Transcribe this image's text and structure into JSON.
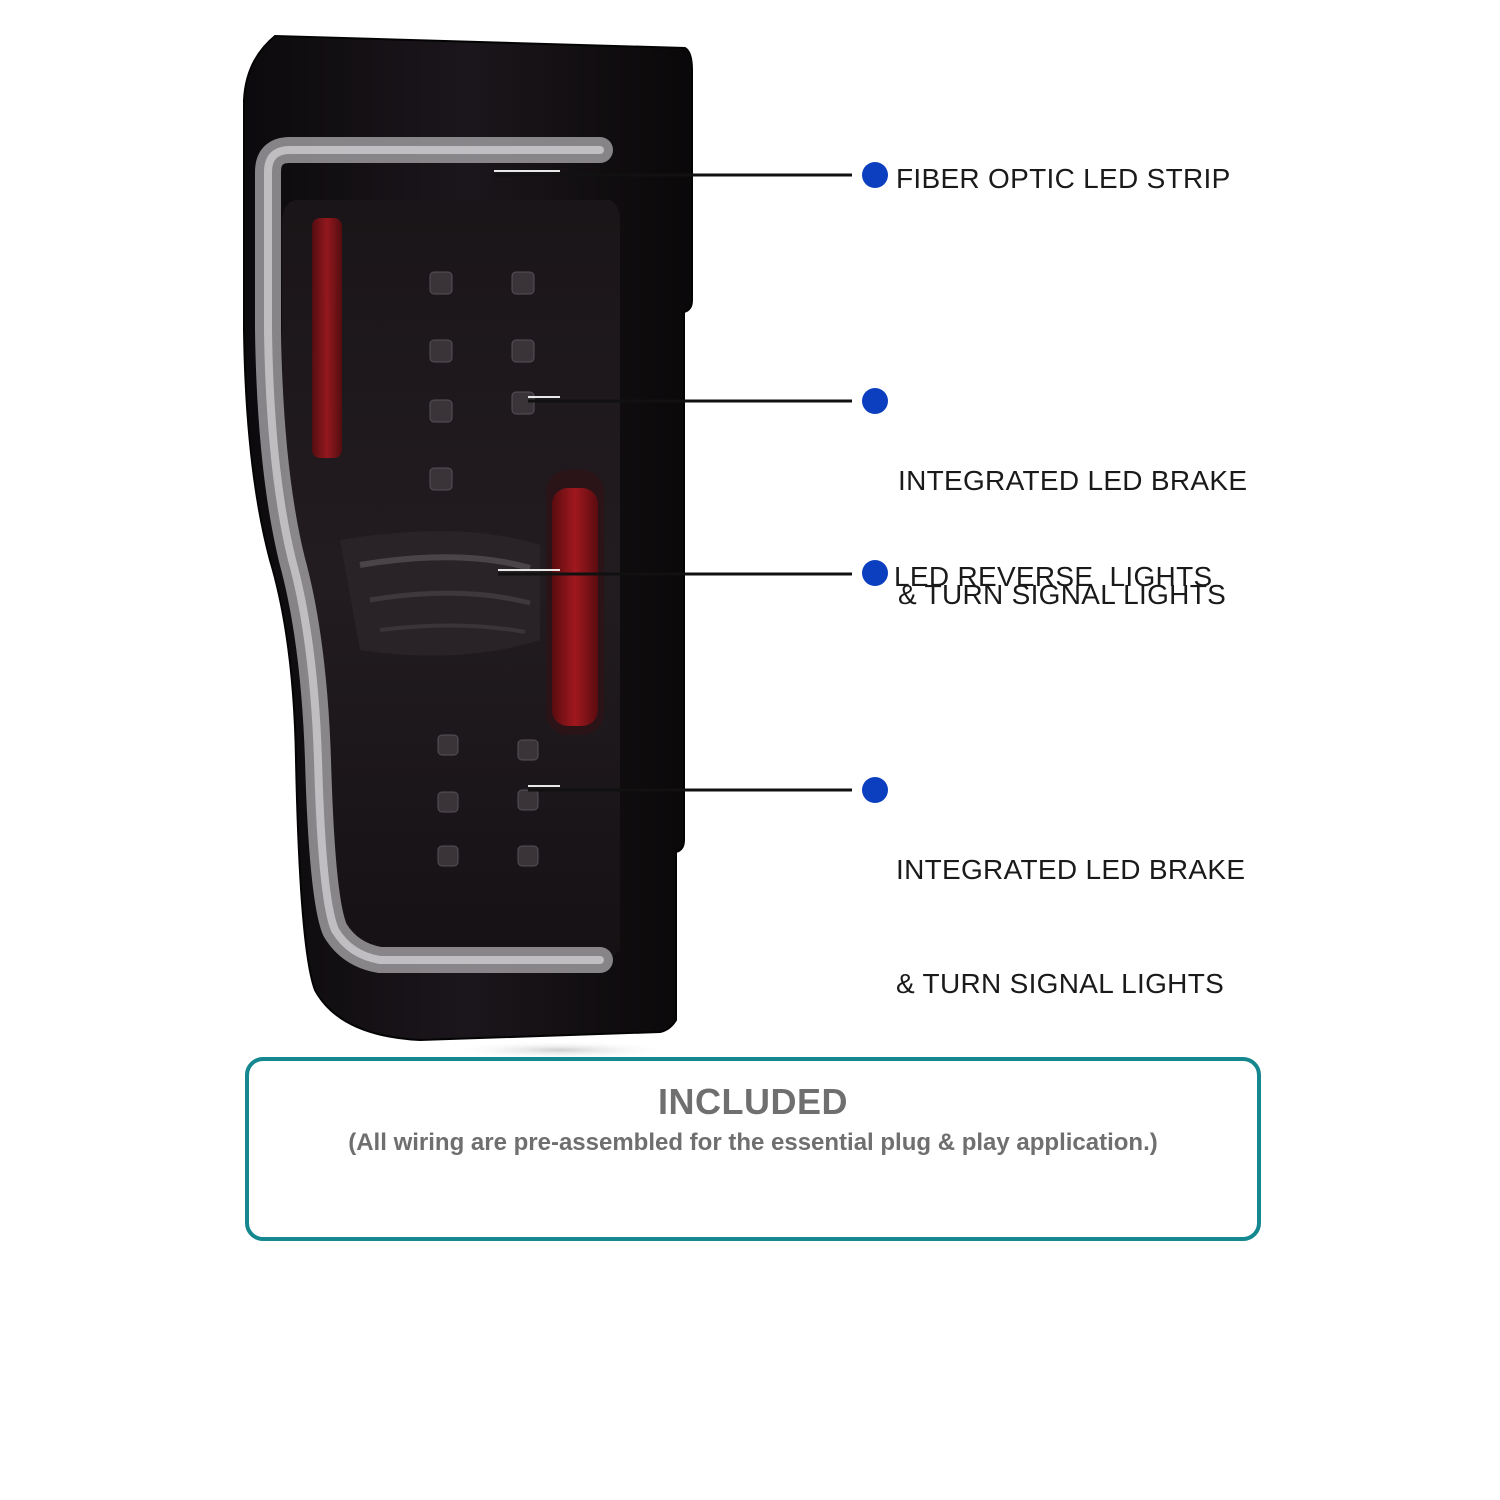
{
  "callouts": [
    {
      "line1": "FIBER OPTIC LED STRIP",
      "line2": ""
    },
    {
      "line1": "INTEGRATED LED BRAKE",
      "line2": "& TURN SIGNAL LIGHTS"
    },
    {
      "line1": "LED REVERSE  LIGHTS",
      "line2": ""
    },
    {
      "line1": "INTEGRATED LED BRAKE",
      "line2": "& TURN SIGNAL LIGHTS"
    }
  ],
  "included": {
    "title": "INCLUDED",
    "note": "(All wiring are pre-assembled for the essential plug & play application.)"
  },
  "colors": {
    "dot": "#0b3fbf",
    "box_border": "#14878f",
    "text_grey": "#6f6f6f",
    "lens": "#141016",
    "reflector": "#8a1418"
  }
}
